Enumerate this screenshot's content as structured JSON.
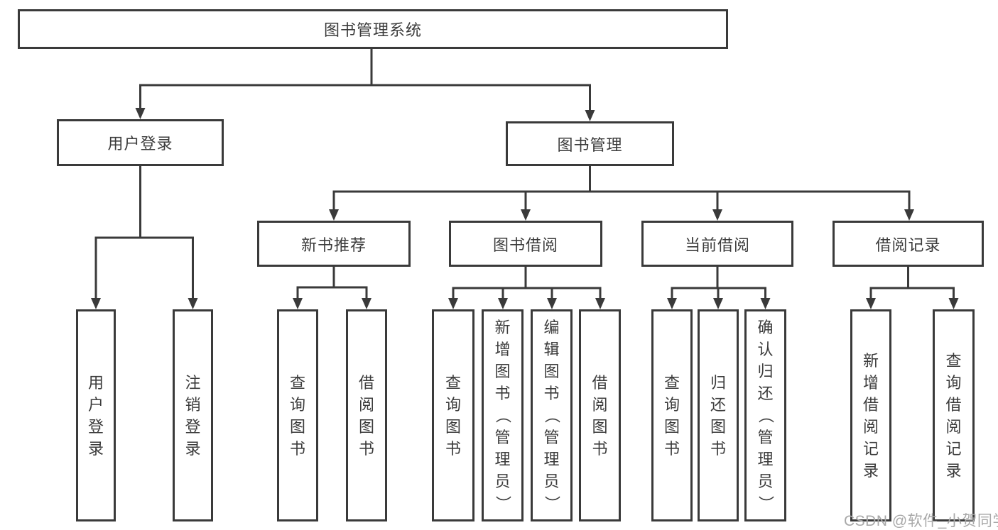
{
  "diagram": {
    "root": {
      "label": "图书管理系统"
    },
    "user_login": {
      "label": "用户登录",
      "leaves": [
        "用户登录",
        "注销登录"
      ]
    },
    "book_management": {
      "label": "图书管理",
      "sections": [
        {
          "label": "新书推荐",
          "leaves": [
            "查询图书",
            "借阅图书"
          ]
        },
        {
          "label": "图书借阅",
          "leaves": [
            "查询图书",
            "新增图书（管理员）",
            "编辑图书（管理员）",
            "借阅图书"
          ]
        },
        {
          "label": "当前借阅",
          "leaves": [
            "查询图书",
            "归还图书",
            "确认归还（管理员）"
          ]
        },
        {
          "label": "借阅记录",
          "leaves": [
            "新增借阅记录",
            "查询借阅记录"
          ]
        }
      ]
    }
  },
  "watermark": {
    "text": "CSDN @软件_小贺同学"
  },
  "colors": {
    "line": "#3a3a3a",
    "text": "#3b3b3b",
    "watermark": "#a8a8a8",
    "page_background": "#ffffff"
  }
}
